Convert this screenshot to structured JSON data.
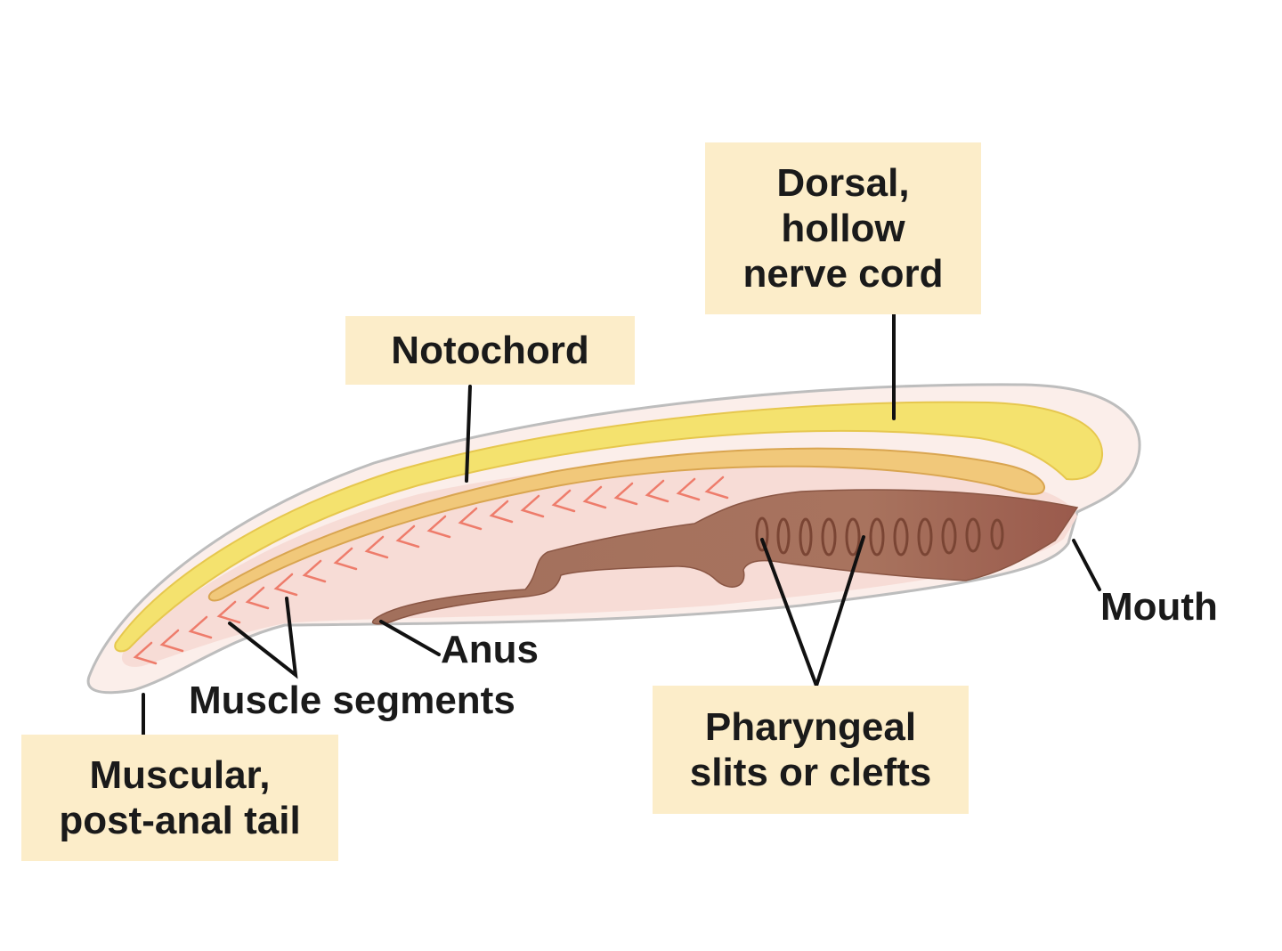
{
  "labels": {
    "dorsal_nerve_cord": [
      "Dorsal,",
      "hollow",
      "nerve cord"
    ],
    "notochord": "Notochord",
    "mouth": "Mouth",
    "anus": "Anus",
    "muscle_segments": "Muscle segments",
    "post_anal_tail": [
      "Muscular,",
      "post-anal tail"
    ],
    "pharyngeal_slits": [
      "Pharyngeal",
      "slits or clefts"
    ]
  },
  "colors": {
    "label_box": "#fcedc9",
    "body_outer": "#fbeeea",
    "body_inner": "#f7dcd6",
    "nerve_cord": "#f4e26e",
    "notochord": "#f1c87a",
    "gut": "#a8735e",
    "muscle_chevrons": "#ee7c6b",
    "leader_lines": "#111111"
  }
}
